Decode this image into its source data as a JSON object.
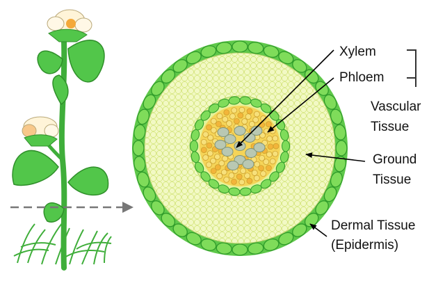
{
  "labels": {
    "xylem": "Xylem",
    "phloem": "Phloem",
    "vascular_line1": "Vascular",
    "vascular_line2": "Tissue",
    "ground_line1": "Ground",
    "ground_line2": "Tissue",
    "dermal_line1": "Dermal Tissue",
    "dermal_line2": "(Epidermis)"
  },
  "colors": {
    "epidermis_fill": "#7fdc5a",
    "epidermis_stroke": "#2f9b2a",
    "ground_fill": "#f0f8b8",
    "ground_mesh": "#d7e67a",
    "vascular_ring": "#e7f5a0",
    "phloem": "#f2b53a",
    "xylem": "#b9c8b2",
    "stem": "#3fae3a",
    "leaf": "#52c64a",
    "flower": "#fff4d8",
    "flower_center": "#f4a93a"
  },
  "icons": {
    "section_arrow": "dashed-arrow-right",
    "bracket": "vascular-bracket"
  }
}
